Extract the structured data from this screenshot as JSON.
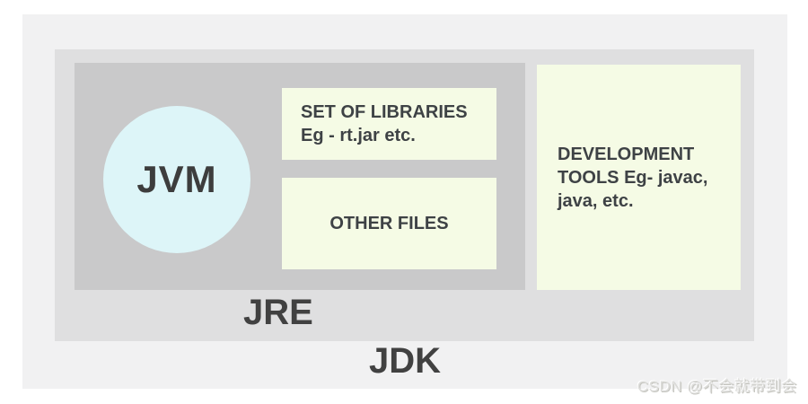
{
  "diagram": {
    "jvm": {
      "label": "JVM"
    },
    "jre": {
      "label": "JRE"
    },
    "jdk": {
      "label": "JDK"
    },
    "boxes": {
      "libraries": "SET OF LIBRARIES\nEg - rt.jar etc.",
      "other_files": "OTHER FILES",
      "dev_tools": "DEVELOPMENT\nTOOLS Eg- javac,\njava, etc."
    },
    "colors": {
      "page_background": "#ffffff",
      "panel_background": "#f1f1f2",
      "jdk_box": "#dfdfe0",
      "jre_box": "#c9c9ca",
      "cream_box": "#f5fbe5",
      "jvm_circle": "#ddf5f8",
      "label_text": "#414141",
      "box_text": "#3e4245"
    }
  },
  "watermark": {
    "text": "CSDN @不会就带到会"
  }
}
